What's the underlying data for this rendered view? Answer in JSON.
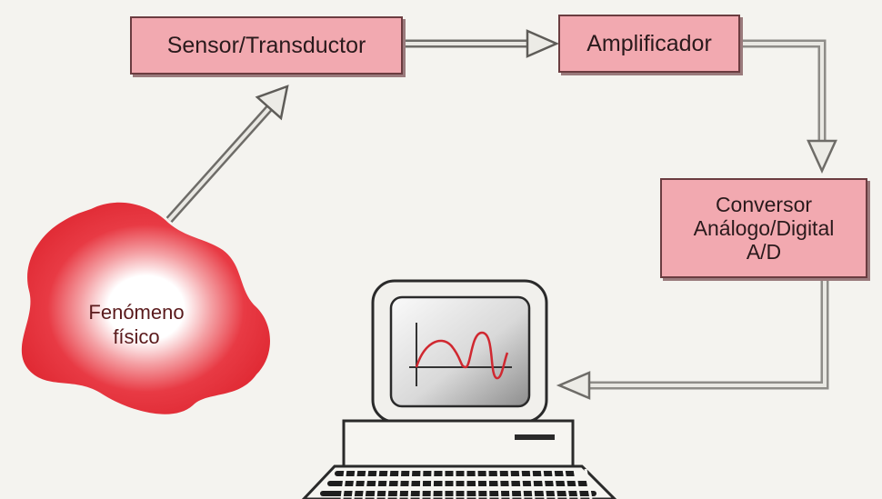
{
  "blocks": {
    "sensor": "Sensor/Transductor",
    "amplifier": "Amplificador",
    "adc_line1": "Conversor",
    "adc_line2": "Análogo/Digital",
    "adc_line3": "A/D"
  },
  "phenomenon": {
    "line1": "Fenómeno",
    "line2": "físico"
  },
  "colors": {
    "block_fill": "#f2a9b0",
    "blob_red": "#e8323c",
    "arrow_gray": "#b8b6b0"
  }
}
